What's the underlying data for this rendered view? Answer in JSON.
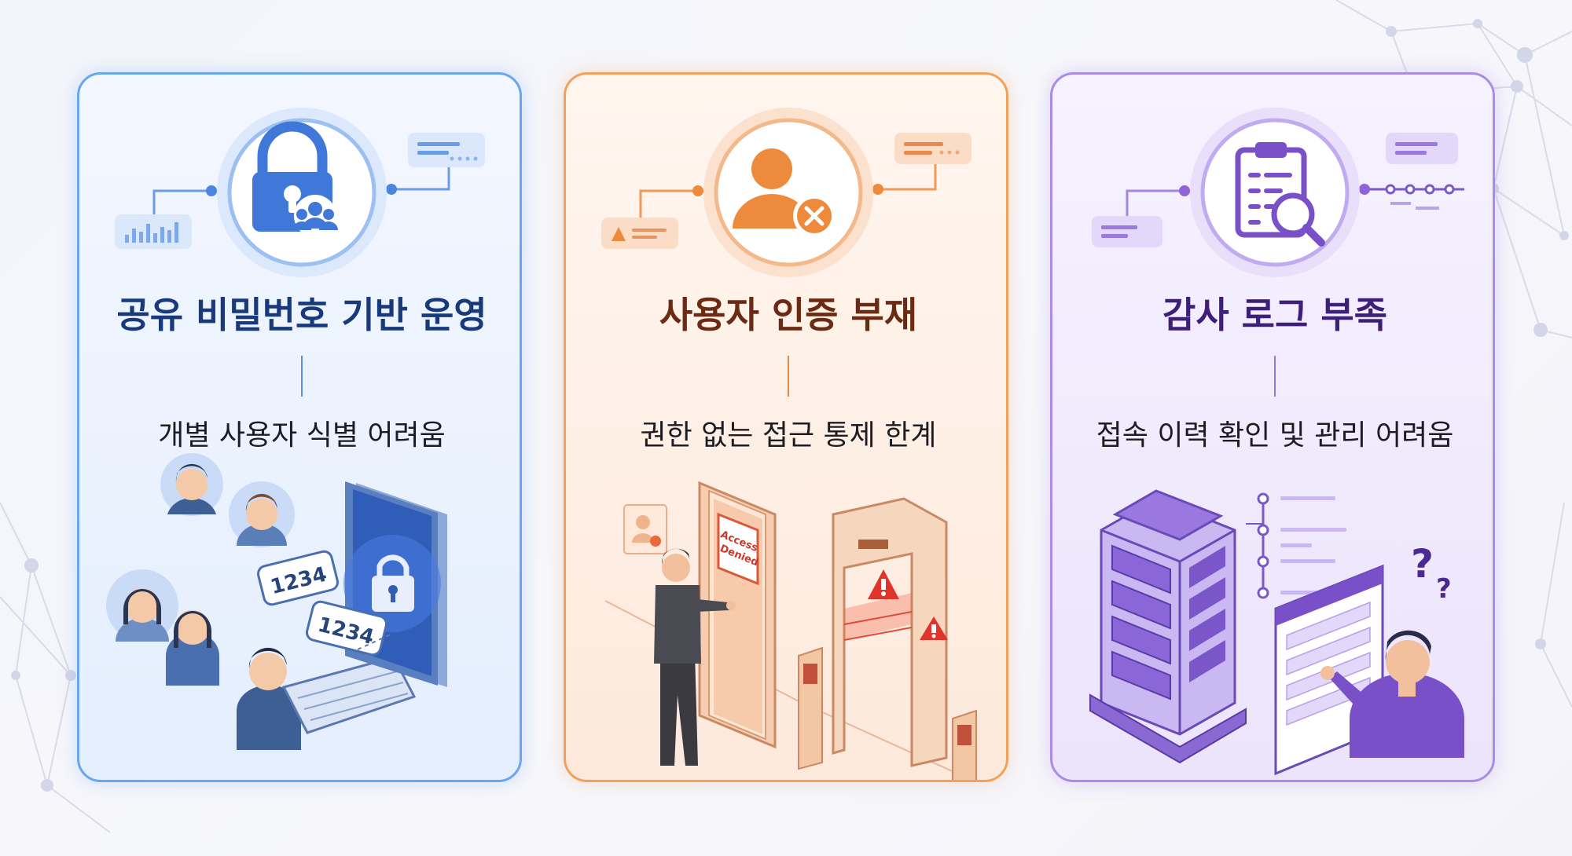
{
  "cards": [
    {
      "title": "공유 비밀번호 기반 운영",
      "subtitle": "개별 사용자 식별 어려움",
      "icon": "lock-users-icon",
      "illustration": {
        "code_bubble_1": "1234",
        "code_bubble_2": "1234"
      },
      "accent": "#4a86e0"
    },
    {
      "title": "사용자 인증 부재",
      "subtitle": "권한 없는 접근 통제 한계",
      "icon": "user-denied-icon",
      "illustration": {
        "door_sign_line_1": "Access",
        "door_sign_line_2": "Denied"
      },
      "accent": "#ee8a3c"
    },
    {
      "title": "감사 로그 부족",
      "subtitle": "접속 이력 확인 및 관리 어려움",
      "icon": "clipboard-search-icon",
      "illustration": {
        "question_mark": "?"
      },
      "accent": "#8e64d8"
    }
  ],
  "colors": {
    "blue": "#6aa6ee",
    "orange": "#f2a05a",
    "purple": "#a98ce6"
  }
}
